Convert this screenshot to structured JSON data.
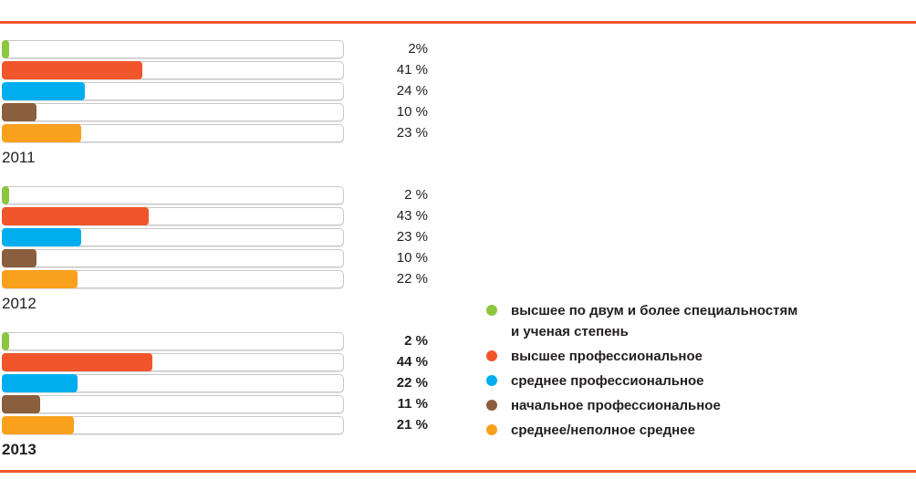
{
  "page": {
    "background": "#ffffff",
    "accent_rule_color": "#f0552b",
    "text_color": "#221e1f",
    "track_border_color": "#c9c9c9"
  },
  "chart_data": {
    "type": "bar",
    "orientation": "horizontal",
    "value_unit": "%",
    "axis_range": [
      0,
      100
    ],
    "grid": false,
    "legend_position": "right-bottom",
    "series": [
      {
        "id": "higher-two-or-more-specialties-and-degree",
        "label": "высшее по двум и более специальностям\nи ученая степень",
        "color": "#8dc63f"
      },
      {
        "id": "higher-professional",
        "label": "высшее профессиональное",
        "color": "#f0552b"
      },
      {
        "id": "secondary-professional",
        "label": "среднее профессиональное",
        "color": "#00aeef"
      },
      {
        "id": "initial-professional",
        "label": "начальное профессиональное",
        "color": "#8a5f3d"
      },
      {
        "id": "secondary-or-incomplete-secondary",
        "label": "среднее/неполное среднее",
        "color": "#f9a01d"
      }
    ],
    "groups": [
      {
        "year": "2011",
        "emphasized": false,
        "values": [
          2,
          41,
          24,
          10,
          23
        ],
        "value_labels": [
          "2%",
          "41 %",
          "24 %",
          "10 %",
          "23 %"
        ]
      },
      {
        "year": "2012",
        "emphasized": false,
        "values": [
          2,
          43,
          23,
          10,
          22
        ],
        "value_labels": [
          "2 %",
          "43 %",
          "23 %",
          "10 %",
          "22 %"
        ]
      },
      {
        "year": "2013",
        "emphasized": true,
        "values": [
          2,
          44,
          22,
          11,
          21
        ],
        "value_labels": [
          "2 %",
          "44 %",
          "22 %",
          "11 %",
          "21 %"
        ]
      }
    ]
  }
}
